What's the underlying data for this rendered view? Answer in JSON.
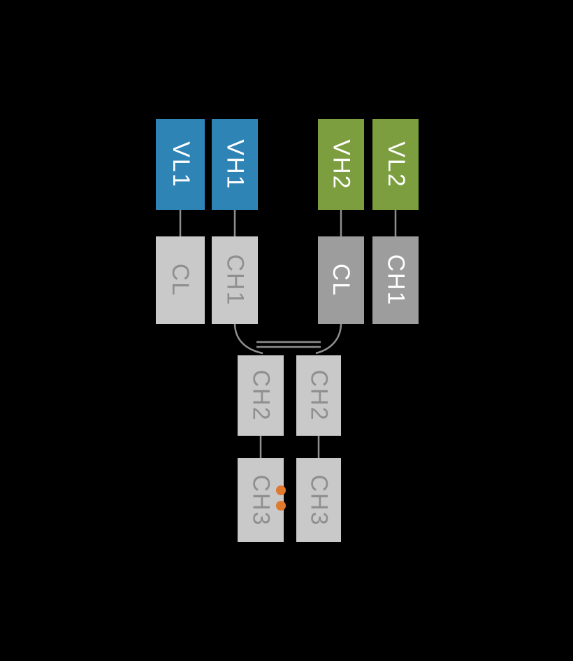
{
  "diagram": {
    "type": "bispecific-antibody-structure",
    "background": "#000000",
    "colors": {
      "arm1_variable_blue": "#2e84b5",
      "arm2_variable_green": "#7c9e3e",
      "constant_light_gray": "#c9c9c9",
      "constant_dark_gray": "#9d9d9d",
      "label_on_color": "#ffffff",
      "label_on_light": "#8f8f8f",
      "connector_line": "#8f8f8f",
      "mutation_dot_orange": "#e0792d"
    },
    "domains": {
      "vl1": "VL1",
      "vh1": "VH1",
      "vh2": "VH2",
      "vl2": "VL2",
      "cl_left": "CL",
      "ch1_left": "CH1",
      "cl_right": "CL",
      "ch1_right": "CH1",
      "ch2_left": "CH2",
      "ch2_right": "CH2",
      "ch3_left": "CH3",
      "ch3_right": "CH3"
    }
  }
}
